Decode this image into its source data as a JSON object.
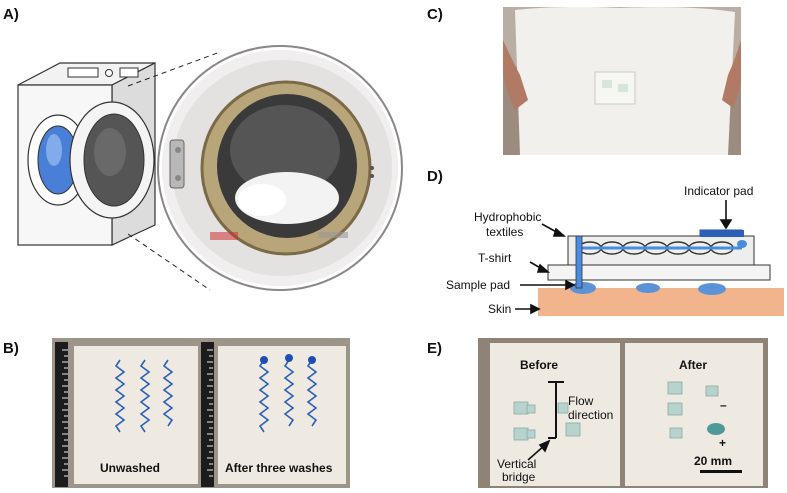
{
  "panels": {
    "a": "A)",
    "b": "B)",
    "c": "C)",
    "d": "D)",
    "e": "E)"
  },
  "panel_b": {
    "left_caption": "Unwashed",
    "right_caption": "After three washes"
  },
  "panel_d": {
    "indicator_pad": "Indicator pad",
    "hydrophobic_line1": "Hydrophobic",
    "hydrophobic_line2": "textiles",
    "tshirt": "T-shirt",
    "sample_pad": "Sample pad",
    "skin": "Skin"
  },
  "panel_e": {
    "before": "Before",
    "after": "After",
    "flow_line1": "Flow",
    "flow_line2": "direction",
    "vertical_line1": "Vertical",
    "vertical_line2": "bridge",
    "minus": "–",
    "plus": "+",
    "scale": "20 mm"
  },
  "colors": {
    "blue_dye": "#2b5fb8",
    "skin": "#f1b48c",
    "fabric": "#eeeae2",
    "machine_window": "#4a7fd8"
  }
}
